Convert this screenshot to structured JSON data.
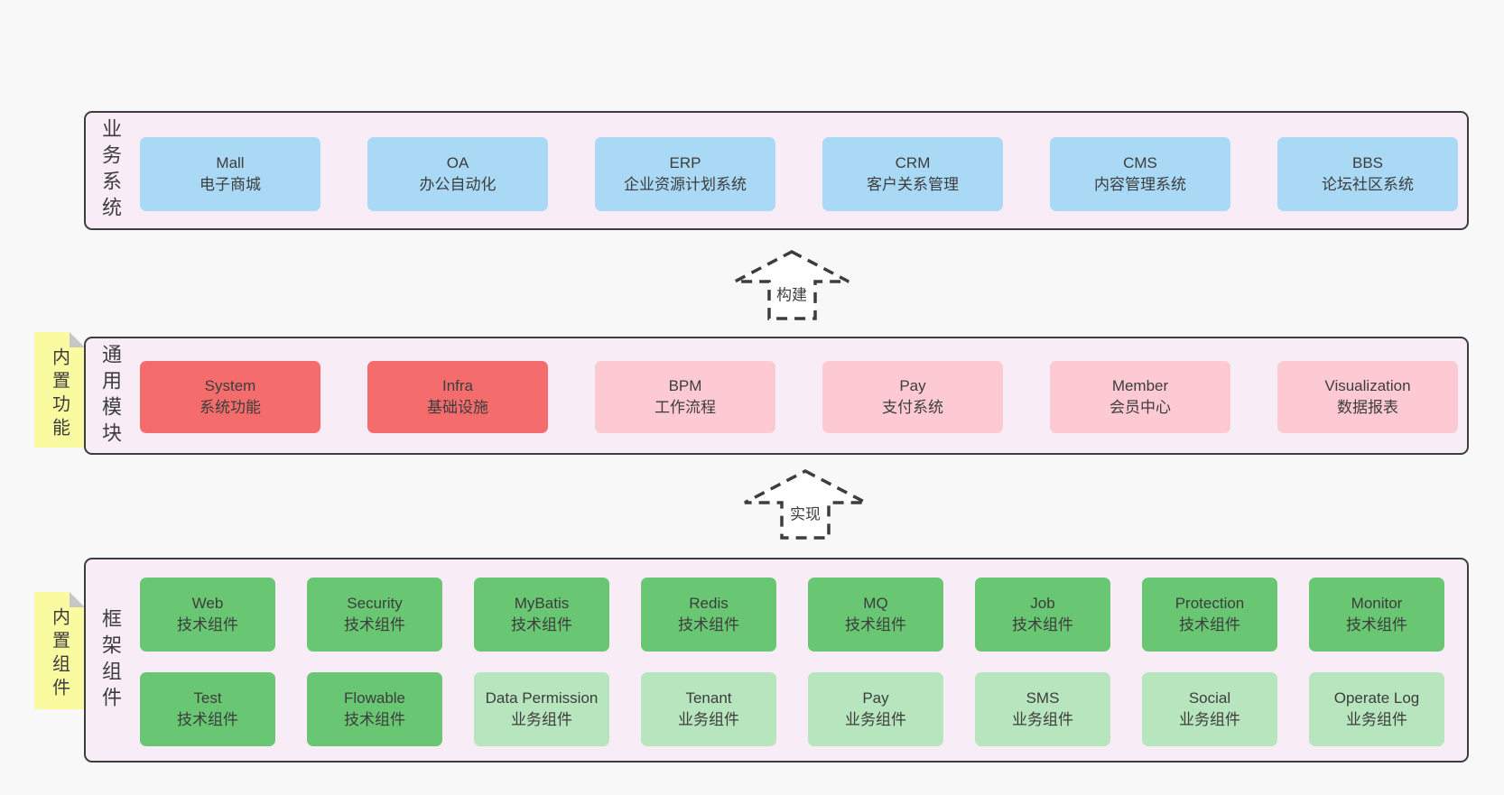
{
  "colors": {
    "page_bg": "#f8f8f8",
    "panel_bg": "#f8edf6",
    "panel_border": "#3d3d3d",
    "blue": "#aad9f5",
    "red": "#f56c6c",
    "pink": "#fdc9d3",
    "green": "#69c672",
    "light_green": "#b7e5bd",
    "sticky_yellow": "#fafaa0"
  },
  "business_section": {
    "label": "业务系统",
    "boxes": [
      {
        "title": "Mall",
        "subtitle": "电子商城",
        "variant": "blue"
      },
      {
        "title": "OA",
        "subtitle": "办公自动化",
        "variant": "blue"
      },
      {
        "title": "ERP",
        "subtitle": "企业资源计划系统",
        "variant": "blue"
      },
      {
        "title": "CRM",
        "subtitle": "客户关系管理",
        "variant": "blue"
      },
      {
        "title": "CMS",
        "subtitle": "内容管理系统",
        "variant": "blue"
      },
      {
        "title": "BBS",
        "subtitle": "论坛社区系统",
        "variant": "blue"
      }
    ]
  },
  "modules_section": {
    "sticky_label": "内置功能",
    "label": "通用模块",
    "boxes": [
      {
        "title": "System",
        "subtitle": "系统功能",
        "variant": "red"
      },
      {
        "title": "Infra",
        "subtitle": "基础设施",
        "variant": "red"
      },
      {
        "title": "BPM",
        "subtitle": "工作流程",
        "variant": "pink"
      },
      {
        "title": "Pay",
        "subtitle": "支付系统",
        "variant": "pink"
      },
      {
        "title": "Member",
        "subtitle": "会员中心",
        "variant": "pink"
      },
      {
        "title": "Visualization",
        "subtitle": "数据报表",
        "variant": "pink"
      }
    ]
  },
  "components_section": {
    "sticky_label": "内置组件",
    "label": "框架组件",
    "row1": [
      {
        "title": "Web",
        "subtitle": "技术组件",
        "variant": "green"
      },
      {
        "title": "Security",
        "subtitle": "技术组件",
        "variant": "green"
      },
      {
        "title": "MyBatis",
        "subtitle": "技术组件",
        "variant": "green"
      },
      {
        "title": "Redis",
        "subtitle": "技术组件",
        "variant": "green"
      },
      {
        "title": "MQ",
        "subtitle": "技术组件",
        "variant": "green"
      },
      {
        "title": "Job",
        "subtitle": "技术组件",
        "variant": "green"
      },
      {
        "title": "Protection",
        "subtitle": "技术组件",
        "variant": "green"
      },
      {
        "title": "Monitor",
        "subtitle": "技术组件",
        "variant": "green"
      }
    ],
    "row2": [
      {
        "title": "Test",
        "subtitle": "技术组件",
        "variant": "green"
      },
      {
        "title": "Flowable",
        "subtitle": "技术组件",
        "variant": "green"
      },
      {
        "title": "Data Permission",
        "subtitle": "业务组件",
        "variant": "light-green"
      },
      {
        "title": "Tenant",
        "subtitle": "业务组件",
        "variant": "light-green"
      },
      {
        "title": "Pay",
        "subtitle": "业务组件",
        "variant": "light-green"
      },
      {
        "title": "SMS",
        "subtitle": "业务组件",
        "variant": "light-green"
      },
      {
        "title": "Social",
        "subtitle": "业务组件",
        "variant": "light-green"
      },
      {
        "title": "Operate Log",
        "subtitle": "业务组件",
        "variant": "light-green"
      }
    ]
  },
  "arrows": [
    {
      "label": "构建"
    },
    {
      "label": "实现"
    }
  ]
}
